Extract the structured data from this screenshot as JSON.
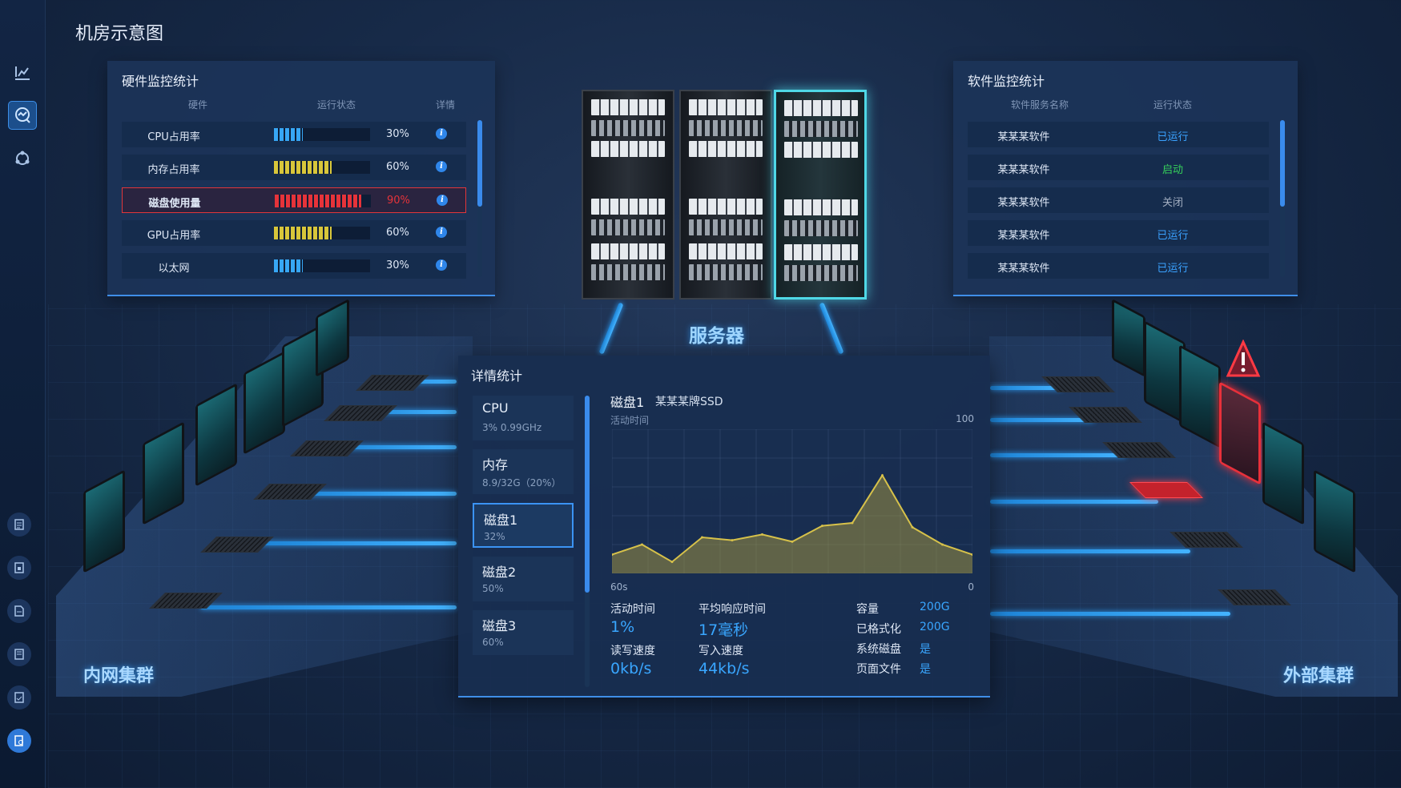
{
  "page_title": "机房示意图",
  "sidebar": {
    "top_icons": [
      "chart-icon",
      "monitor-icon",
      "cluster-icon"
    ],
    "bottom_icons": [
      "list-icon",
      "lock-icon",
      "doc-icon",
      "book-icon",
      "checklist-icon",
      "report-search-icon"
    ]
  },
  "hardware": {
    "title": "硬件监控统计",
    "columns": [
      "硬件",
      "运行状态",
      "详情"
    ],
    "rows": [
      {
        "name": "CPU占用率",
        "pct": "30%",
        "level": 0.3,
        "color": "#37a7f5"
      },
      {
        "name": "内存占用率",
        "pct": "60%",
        "level": 0.6,
        "color": "#d8c63a"
      },
      {
        "name": "磁盘使用量",
        "pct": "90%",
        "level": 0.9,
        "color": "#e6333a"
      },
      {
        "name": "GPU占用率",
        "pct": "60%",
        "level": 0.6,
        "color": "#d8c63a"
      },
      {
        "name": "以太网",
        "pct": "30%",
        "level": 0.3,
        "color": "#37a7f5"
      }
    ]
  },
  "software": {
    "title": "软件监控统计",
    "columns": [
      "软件服务名称",
      "运行状态"
    ],
    "rows": [
      {
        "name": "某某某软件",
        "status": "已运行",
        "color": "#3aa2ff"
      },
      {
        "name": "某某某软件",
        "status": "启动",
        "color": "#36d15a"
      },
      {
        "name": "某某某软件",
        "status": "关闭",
        "color": "#a3afc2"
      },
      {
        "name": "某某某软件",
        "status": "已运行",
        "color": "#3aa2ff"
      },
      {
        "name": "某某某软件",
        "status": "已运行",
        "color": "#3aa2ff"
      }
    ]
  },
  "server_label": "服务器",
  "clusters": {
    "left": "内网集群",
    "right": "外部集群"
  },
  "detail": {
    "title": "详情统计",
    "tabs": [
      {
        "name": "CPU",
        "sub": "3%  0.99GHz"
      },
      {
        "name": "内存",
        "sub": "8.9/32G（20%）"
      },
      {
        "name": "磁盘1",
        "sub": "32%"
      },
      {
        "name": "磁盘2",
        "sub": "50%"
      },
      {
        "name": "磁盘3",
        "sub": "60%"
      }
    ],
    "active_tab": 2,
    "disk_title": "磁盘1",
    "disk_model": "某某某牌SSD",
    "chart_ylabel": "活动时间",
    "chart_ymax_label": "100",
    "chart_xleft_label": "60s",
    "chart_xright_label": "0",
    "stats": {
      "active_time_label": "活动时间",
      "active_time": "1%",
      "avg_response_label": "平均响应时间",
      "avg_response": "17毫秒",
      "rw_speed_label": "读写速度",
      "rw_speed": "0kb/s",
      "write_speed_label": "写入速度",
      "write_speed": "44kb/s",
      "capacity_label": "容量",
      "capacity": "200G",
      "formatted_label": "已格式化",
      "formatted": "200G",
      "system_disk_label": "系统磁盘",
      "system_disk": "是",
      "page_file_label": "页面文件",
      "page_file": "是"
    }
  },
  "chart_data": {
    "type": "area",
    "x": [
      60,
      55,
      50,
      45,
      40,
      35,
      30,
      25,
      20,
      15,
      10,
      5,
      0
    ],
    "values": [
      13,
      20,
      8,
      25,
      23,
      27,
      22,
      33,
      35,
      68,
      32,
      20,
      13
    ],
    "ylim": [
      0,
      100
    ],
    "xlim": [
      60,
      0
    ],
    "grid": true,
    "colors": {
      "line": "#d6c14a",
      "fill": "#b7a73e"
    }
  }
}
